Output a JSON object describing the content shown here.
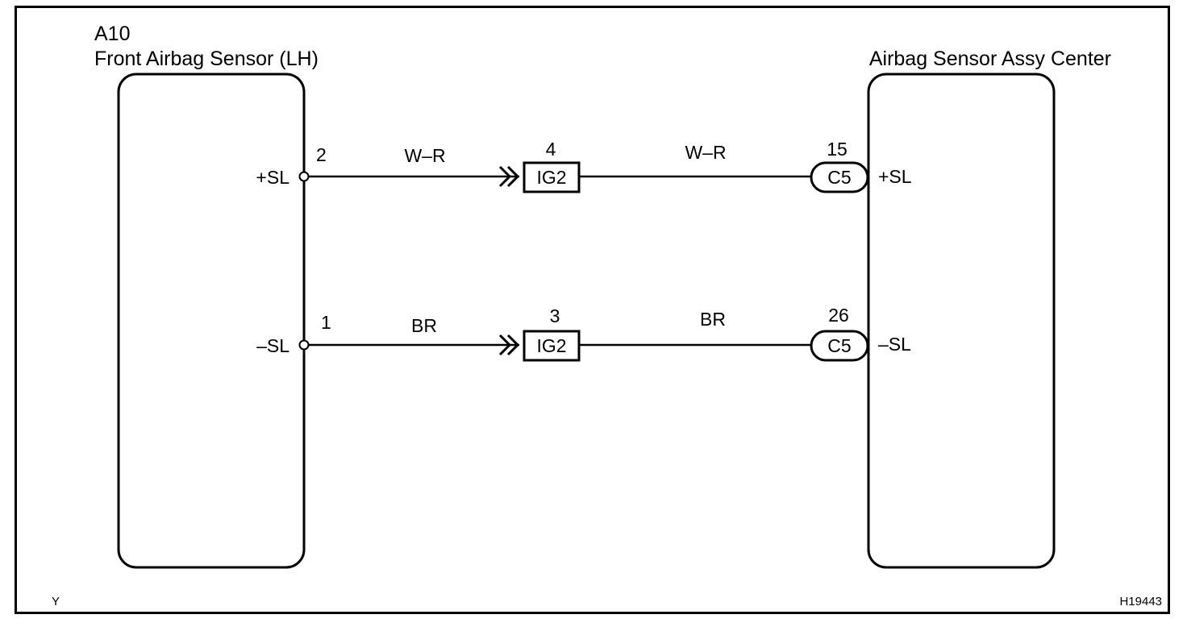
{
  "left_component": {
    "code": "A10",
    "name": "Front Airbag Sensor (LH)",
    "pins": [
      {
        "number": "2",
        "signal": "+SL"
      },
      {
        "number": "1",
        "signal": "–SL"
      }
    ]
  },
  "right_component": {
    "name": "Airbag Sensor Assy Center",
    "connector": "C5",
    "pins": [
      {
        "number": "15",
        "signal": "+SL"
      },
      {
        "number": "26",
        "signal": "–SL"
      }
    ]
  },
  "junction": {
    "code": "IG2",
    "pins": [
      "4",
      "3"
    ]
  },
  "wires": [
    {
      "left_color": "W–R",
      "right_color": "W–R"
    },
    {
      "left_color": "BR",
      "right_color": "BR"
    }
  ],
  "footer": {
    "left_code": "Y",
    "figure_id": "H19443"
  }
}
